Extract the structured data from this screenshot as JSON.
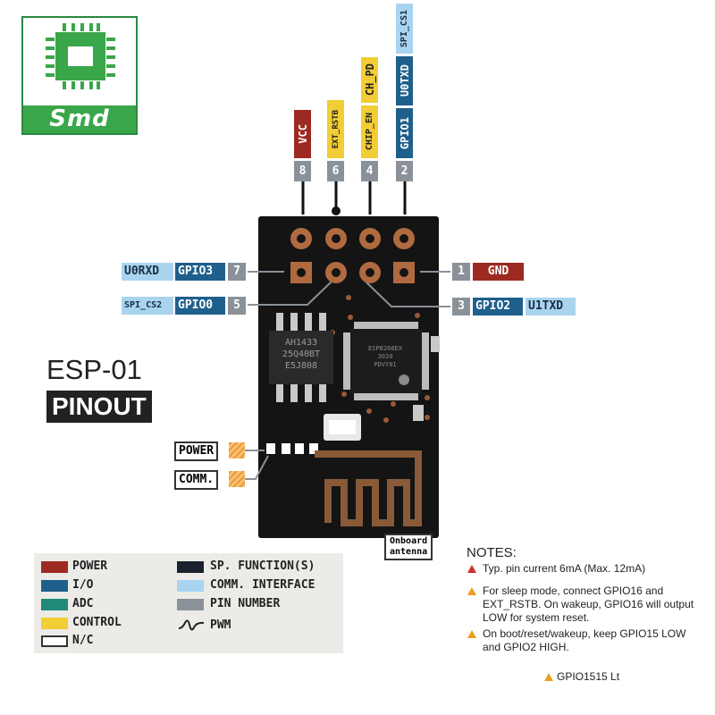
{
  "logo": {
    "text": "Smd"
  },
  "title": {
    "main": "ESP-01",
    "sub": "PINOUT"
  },
  "top_pins": [
    {
      "number": "8",
      "labels": [
        "VCC"
      ]
    },
    {
      "number": "6",
      "labels": [
        "EXT_RSTB"
      ]
    },
    {
      "number": "4",
      "labels": [
        "CHIP_EN",
        "CH_PD"
      ]
    },
    {
      "number": "2",
      "labels": [
        "GPIO1",
        "U0TXD",
        "SPI_CS1"
      ]
    }
  ],
  "left_pins": [
    {
      "number": "7",
      "gpio": "GPIO3",
      "func": "U0RXD"
    },
    {
      "number": "5",
      "gpio": "GPIO0",
      "func": "SPI_CS2"
    }
  ],
  "right_pins": [
    {
      "number": "1",
      "label": "GND"
    },
    {
      "number": "3",
      "gpio": "GPIO2",
      "func": "U1TXD"
    }
  ],
  "board": {
    "flash_lines": [
      "AH1433",
      "25Q40BT",
      "E5J808"
    ],
    "chip_lines": [
      "ESP8266EX",
      "3020",
      "PDVY01"
    ]
  },
  "leds": {
    "power": "POWER",
    "comm": "COMM."
  },
  "antenna": [
    "Onboard",
    "antenna"
  ],
  "legend": {
    "items": [
      {
        "label": "POWER",
        "color": "#9c2a22"
      },
      {
        "label": "I/O",
        "color": "#1f5f8b"
      },
      {
        "label": "ADC",
        "color": "#1f8a7a"
      },
      {
        "label": "CONTROL",
        "color": "#f2cd35"
      },
      {
        "label": "N/C",
        "color": "#ffffff"
      },
      {
        "label": "SP. FUNCTION(S)",
        "color": "#1a2230"
      },
      {
        "label": "COMM. INTERFACE",
        "color": "#a9d4f0"
      },
      {
        "label": "PIN NUMBER",
        "color": "#8a9199"
      },
      {
        "label": "PWM",
        "color": ""
      }
    ]
  },
  "notes": {
    "title": "NOTES:",
    "items": [
      {
        "text": "Typ. pin current 6mA (Max. 12mA)",
        "color": "#d0302a"
      },
      {
        "text": "For sleep mode, connect GPIO16 and EXT_RSTB. On wakeup, GPIO16 will output LOW for system reset.",
        "color": "#e8a020"
      },
      {
        "text": "On boot/reset/wakeup, keep GPIO15 LOW and GPIO2 HIGH.",
        "color": "#e8a020"
      }
    ],
    "footer": "GPIO1515 Lt"
  }
}
